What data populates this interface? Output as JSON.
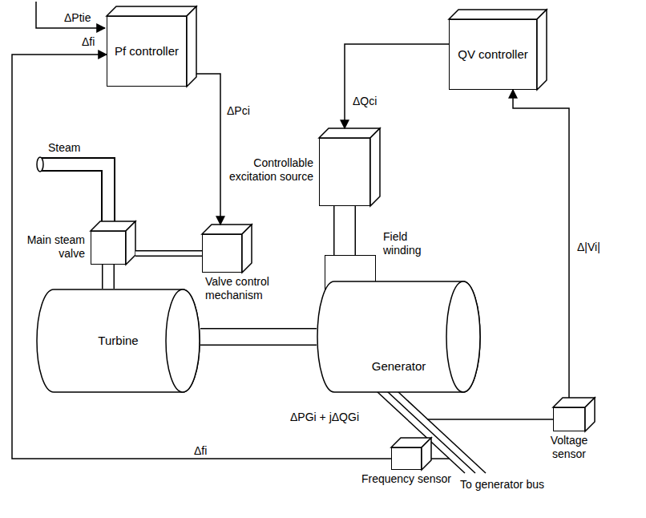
{
  "diagram": {
    "nodes": [
      {
        "text": [
          "Pf controller"
        ]
      },
      {
        "text": [
          "QV controller"
        ]
      },
      {
        "text": [
          "Controllable excitation source"
        ]
      },
      {
        "text": [
          "Main steam valve"
        ]
      },
      {
        "text": [
          "Valve control mechanism"
        ]
      },
      {
        "text": [
          "Field winding"
        ]
      },
      {
        "text": [
          "Turbine"
        ]
      },
      {
        "text": [
          "Generator"
        ]
      },
      {
        "text": [
          "Voltage sensor"
        ]
      },
      {
        "text": [
          "Frequency sensor"
        ]
      }
    ],
    "edges": [
      {
        "from": 9,
        "to": 0,
        "arrow": "to",
        "label": "Δfi"
      },
      {
        "from": 0,
        "to": 4,
        "arrow": "to",
        "label": "ΔPci"
      },
      {
        "from": 4,
        "to": 3,
        "arrow": "none"
      },
      {
        "from": 3,
        "to": 6,
        "arrow": "none"
      },
      {
        "from": 6,
        "to": 7,
        "arrow": "none"
      },
      {
        "from": 1,
        "to": 2,
        "arrow": "to",
        "label": "ΔQci"
      },
      {
        "from": 2,
        "to": 5,
        "arrow": "none"
      },
      {
        "from": 8,
        "to": 1,
        "arrow": "to",
        "label": "Δ|Vi|"
      }
    ],
    "labels": [
      "ΔPtie",
      "Δfi",
      "Steam",
      "ΔPGi + jΔQGi",
      "To generator bus"
    ]
  }
}
